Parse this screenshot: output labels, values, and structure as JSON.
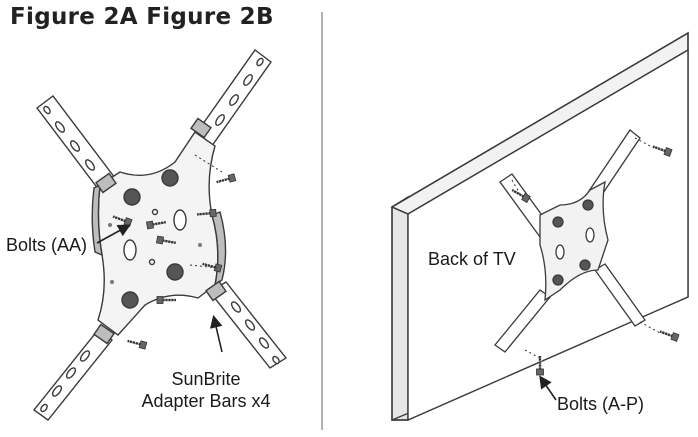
{
  "title": "Figure 2A Figure 2B",
  "figure_2a": {
    "bolts_label": "Bolts (AA)",
    "adapter_label_line1": "SunBrite",
    "adapter_label_line2": "Adapter Bars x4"
  },
  "figure_2b": {
    "tv_label": "Back of TV",
    "bolts_label": "Bolts (A-P)"
  },
  "colors": {
    "line": "#3a3a3a",
    "plate_fill": "#ffffff",
    "shade": "#bdbdbd",
    "dark": "#555555"
  }
}
